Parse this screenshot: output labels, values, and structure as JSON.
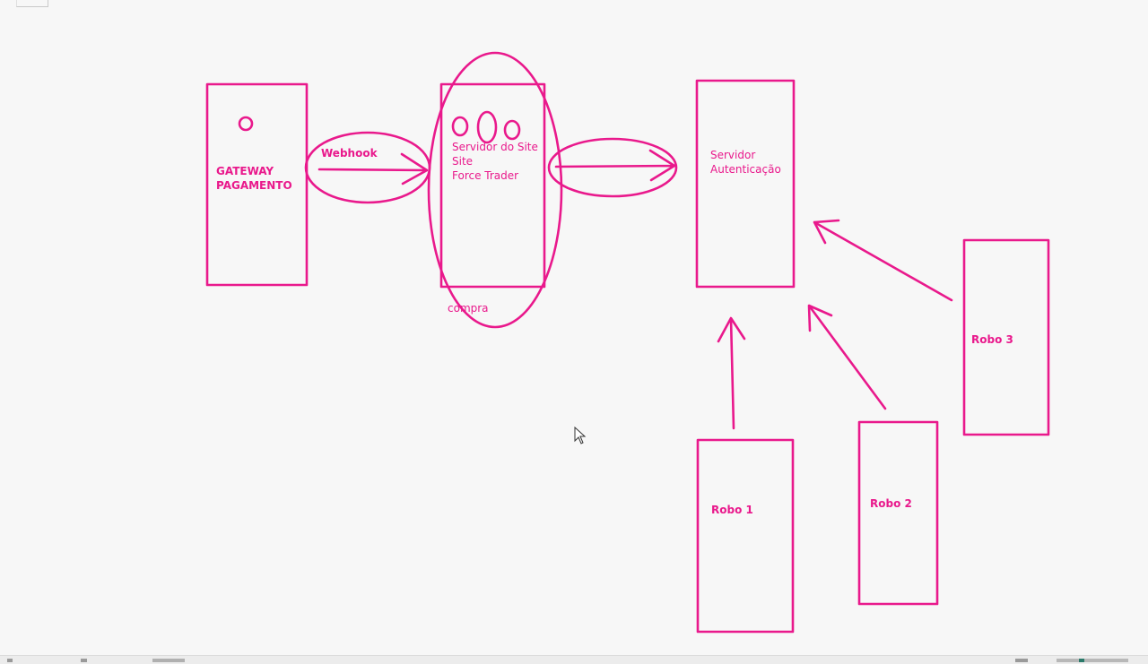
{
  "colors": {
    "ink": "#e9198c",
    "background": "#f7f7f7"
  },
  "icons": {
    "cursor": "arrow-cursor-icon"
  },
  "nodes": {
    "gateway": {
      "line1": "GATEWAY",
      "line2": "PAGAMENTO"
    },
    "site_server": {
      "line1": "Servidor do Site",
      "line2": "Site",
      "line3": "Force Trader"
    },
    "auth_server": {
      "line1": "Servidor",
      "line2": "Autenticação"
    },
    "robo1": {
      "label": "Robo 1"
    },
    "robo2": {
      "label": "Robo 2"
    },
    "robo3": {
      "label": "Robo 3"
    }
  },
  "edges": {
    "webhook": {
      "label": "Webhook"
    },
    "purchase": {
      "label": "compra"
    }
  }
}
